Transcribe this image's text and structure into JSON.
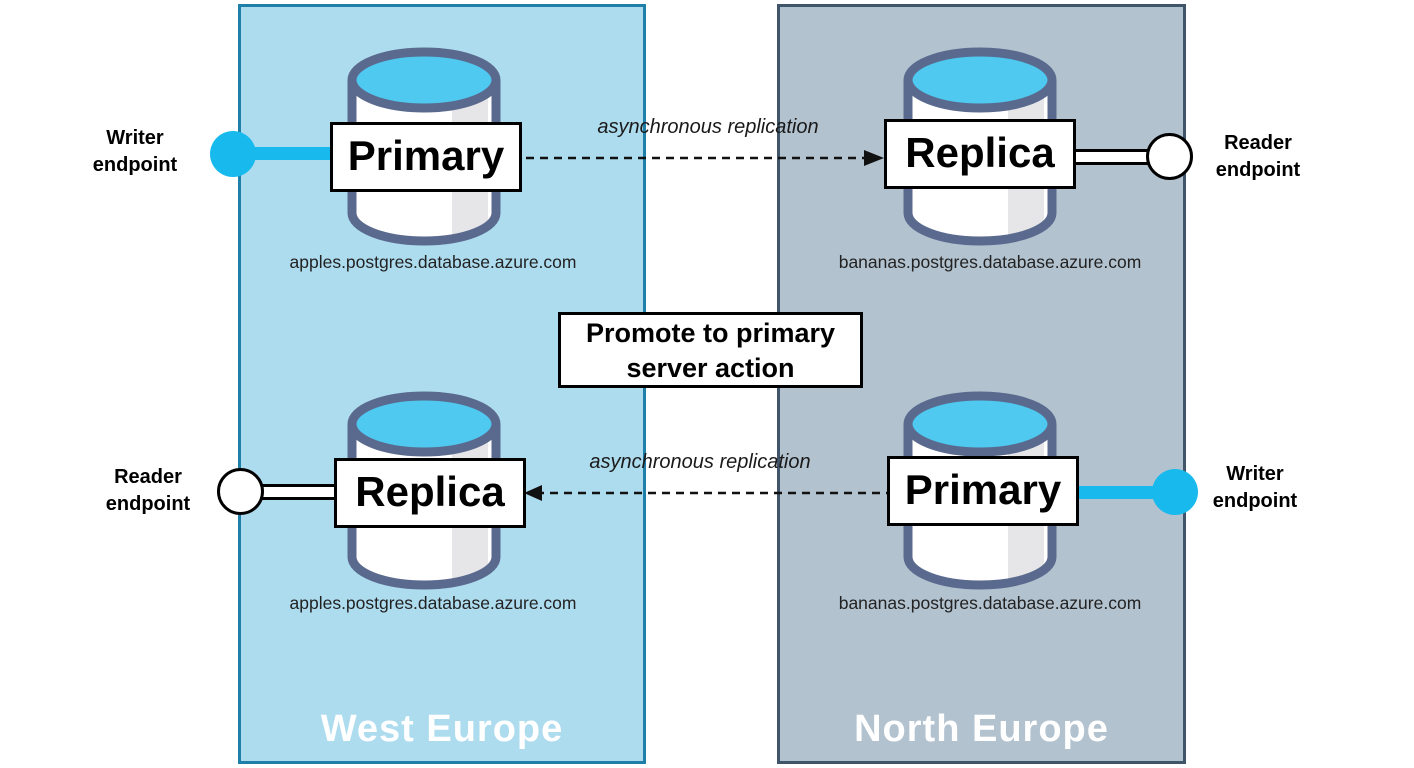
{
  "colors": {
    "accent-cyan": "#18B9EC",
    "cylinder-top": "#4FC9F0",
    "cylinder-stroke": "#5A6A8E",
    "cylinder-stripe": "#E6E6E8",
    "west-fill": "#AEDCEF",
    "west-border": "#1E7FA9",
    "north-fill": "#B3C2CF",
    "north-border": "#40546A"
  },
  "regions": {
    "west": {
      "label": "West Europe"
    },
    "north": {
      "label": "North Europe"
    }
  },
  "nodes": {
    "top_left": {
      "role": "Primary",
      "hostname": "apples.postgres.database.azure.com"
    },
    "top_right": {
      "role": "Replica",
      "hostname": "bananas.postgres.database.azure.com"
    },
    "bottom_left": {
      "role": "Replica",
      "hostname": "apples.postgres.database.azure.com"
    },
    "bottom_right": {
      "role": "Primary",
      "hostname": "bananas.postgres.database.azure.com"
    }
  },
  "endpoints": {
    "top_left": {
      "label": "Writer endpoint",
      "type": "writer"
    },
    "top_right": {
      "label": "Reader endpoint",
      "type": "reader"
    },
    "bottom_left": {
      "label": "Reader endpoint",
      "type": "reader"
    },
    "bottom_right": {
      "label": "Writer endpoint",
      "type": "writer"
    }
  },
  "replication": {
    "top": {
      "label": "asynchronous replication",
      "direction": "right"
    },
    "bottom": {
      "label": "asynchronous replication",
      "direction": "left"
    }
  },
  "action": {
    "label": "Promote to primary server action"
  }
}
